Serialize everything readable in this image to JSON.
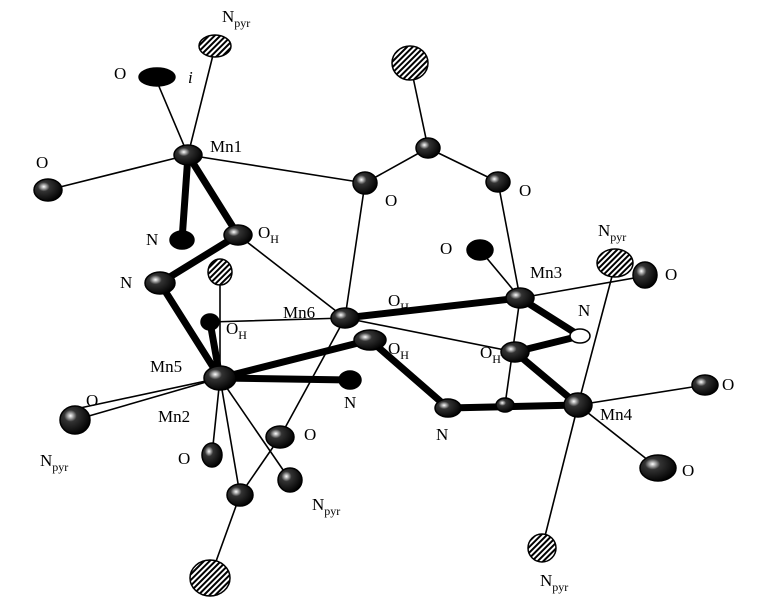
{
  "labels": {
    "mn1": "Mn1",
    "mn2": "Mn2",
    "mn3": "Mn3",
    "mn4": "Mn4",
    "mn5": "Mn5",
    "mn6": "Mn6",
    "npyr_top": {
      "main": "N",
      "sub": "pyr"
    },
    "npyr_upper_right": {
      "main": "N",
      "sub": "pyr"
    },
    "npyr_left": {
      "main": "N",
      "sub": "pyr"
    },
    "npyr_bottom_center": {
      "main": "N",
      "sub": "pyr"
    },
    "npyr_bottom_right": {
      "main": "N",
      "sub": "pyr"
    },
    "oh_1": {
      "main": "O",
      "sub": "H"
    },
    "oh_2": {
      "main": "O",
      "sub": "H"
    },
    "oh_3": {
      "main": "O",
      "sub": "H"
    },
    "oh_4": {
      "main": "O",
      "sub": "H"
    },
    "oh_5": {
      "main": "O",
      "sub": "H"
    },
    "o_top_left": "O",
    "o_left": "O",
    "o_mid": "O",
    "o_mid_right": "O",
    "o_mn3_left": "O",
    "o_mn3_right": "O",
    "o_mn4_right": "O",
    "o_mn4_lower": "O",
    "o_mn2_left": "O",
    "o_lower_center": "O",
    "o_lower_left": "O",
    "n_left_1": "N",
    "n_left_2": "N",
    "n_mn3": "N",
    "n_center": "N",
    "n_lower": "N",
    "i_mark": "i"
  }
}
